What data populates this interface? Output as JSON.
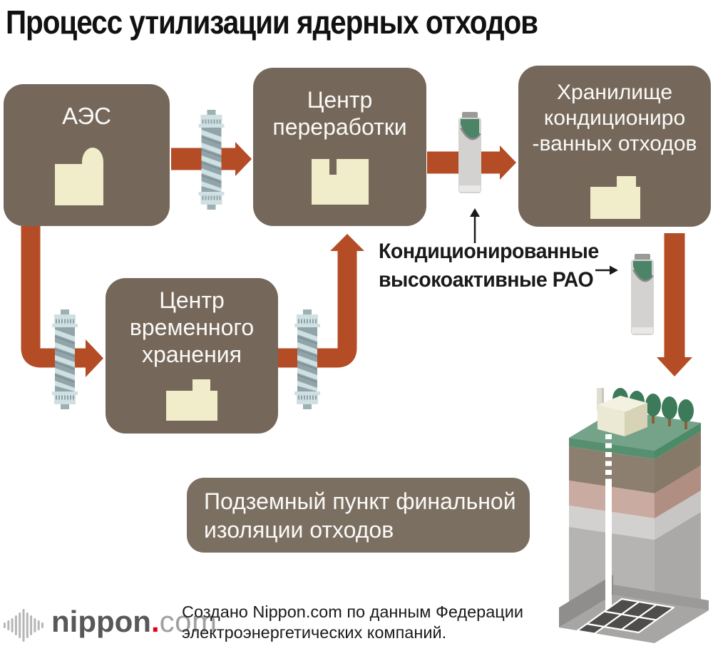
{
  "title": "Процесс утилизации ядерных отходов",
  "boxes": {
    "npp": {
      "label": "АЭС"
    },
    "processing": {
      "label": "Центр\nпереработки"
    },
    "conditioned_storage": {
      "label": "Хранилище\nкондициониро\n-ванных отходов"
    },
    "temporary_storage": {
      "label": "Центр\nвременного\nхранения"
    },
    "final_isolation": {
      "label": "Подземный пункт финальной\nизоляции отходов"
    }
  },
  "annotations": {
    "hlw_label": "Кондиционированные\nвысокоактивные РАО"
  },
  "footer": {
    "logo_name": "nippon",
    "logo_dot": ".",
    "logo_tld": "com",
    "credit": "Создано Nippon.com по данным Федерации\nэлектроэнергетических компаний."
  },
  "icons": {
    "reactor_building": "npp-building-icon",
    "processing_plant": "processing-plant-icon",
    "storage_building": "storage-building-icon",
    "temporary_storage_building": "temporary-storage-building-icon",
    "transport_cask": "transport-cask-icon",
    "waste_canister": "waste-canister-icon",
    "underground_repository": "underground-repository-illustration",
    "waveform": "waveform-icon"
  },
  "colors": {
    "box_brown": "#75685A",
    "final_box_brown": "#7B6F61",
    "arrow_orange": "#B44C26",
    "icon_cream": "#F1ECC9",
    "cask_body": "#91A4AA",
    "cask_stripe": "#CFE0E2",
    "canister_body": "#D3D2D0",
    "canister_green": "#4B8466",
    "grass_green": "#74A389",
    "soil_brown": "#8D7F70",
    "soil_pink": "#C9ABA1",
    "rock_grey": "#B5B4B2",
    "logo_grey": "#595757",
    "logo_light": "#9FA0A0",
    "logo_red": "#E60012",
    "text_black": "#1A1A1A"
  }
}
